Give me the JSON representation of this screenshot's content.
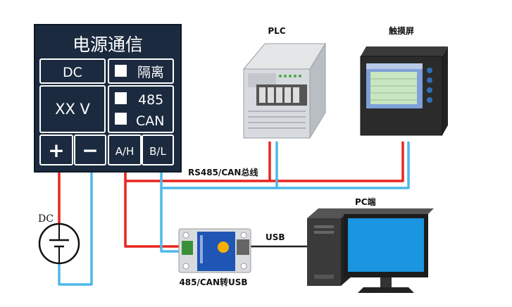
{
  "module": {
    "title": "电源通信",
    "dc": "DC",
    "isolation": "隔离",
    "voltage": "XX V",
    "opt_485": "485",
    "opt_can": "CAN",
    "plus": "+",
    "minus": "−",
    "pin_ah": "A/H",
    "pin_bl": "B/L"
  },
  "labels": {
    "plc": "PLC",
    "touchscreen": "触摸屏",
    "bus": "RS485/CAN总线",
    "pc": "PC端",
    "usb": "USB",
    "converter": "485/CAN转USB",
    "dc_source": "DC"
  },
  "colors": {
    "module_bg": "#1b2a3e",
    "wire_red": "#e8251f",
    "wire_blue": "#4db8e8"
  }
}
